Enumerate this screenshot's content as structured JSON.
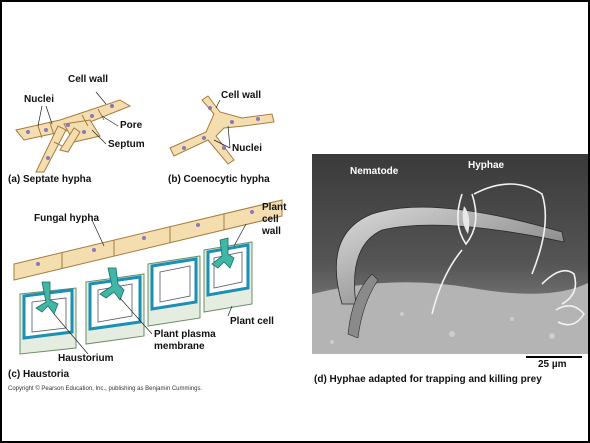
{
  "septate": {
    "cell_wall": "Cell wall",
    "nuclei": "Nuclei",
    "pore": "Pore",
    "septum": "Septum",
    "caption": "(a) Septate hypha"
  },
  "coenocytic": {
    "cell_wall": "Cell wall",
    "nuclei": "Nuclei",
    "caption": "(b) Coenocytic hypha"
  },
  "haustoria": {
    "fungal_hypha": "Fungal hypha",
    "plant_cell_wall_1": "Plant",
    "plant_cell_wall_2": "cell",
    "plant_cell_wall_3": "wall",
    "plant_cell": "Plant cell",
    "plasma_membrane_1": "Plant plasma",
    "plasma_membrane_2": "membrane",
    "haustorium": "Haustorium",
    "caption": "(c) Haustoria"
  },
  "micrograph": {
    "nematode": "Nematode",
    "hyphae": "Hyphae",
    "scale": "25 µm",
    "caption": "(d) Hyphae adapted for trapping and killing prey"
  },
  "copyright": "Copyright © Pearson Education, Inc., publishing as Benjamin Cummings."
}
